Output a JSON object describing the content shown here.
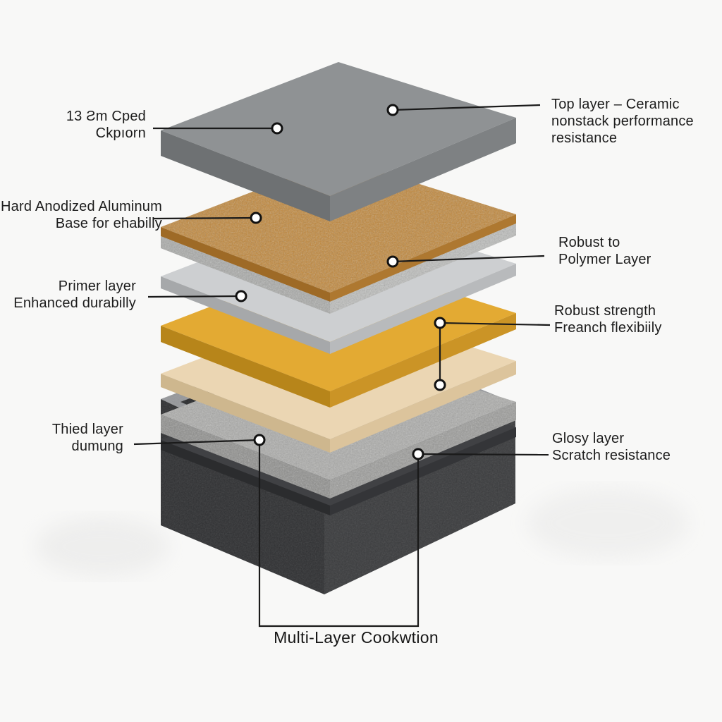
{
  "diagram": {
    "type": "exploded-layer-diagram",
    "subject": "multi-layer cookware construction",
    "title": "Multi-Layer Cookwtion",
    "background": "#f8f8f7",
    "line_color": "#1a1a1a",
    "text_color": "#1c1c1c",
    "left_labels": [
      {
        "lines": [
          "13 Ƨm Cped",
          "Ckpıorn"
        ]
      },
      {
        "lines": [
          "Hard Anodized Aluminum",
          "Base for ehabilly"
        ]
      },
      {
        "lines": [
          "Primer layer",
          "Enhanced durabilly"
        ]
      },
      {
        "lines": [
          "Thied layer",
          "dumung"
        ]
      }
    ],
    "right_labels": [
      {
        "lines": [
          "Top layer – Ceramic",
          "nonstack performance",
          "resistance"
        ]
      },
      {
        "lines": [
          "Robust to",
          "Polymer Layer"
        ]
      },
      {
        "lines": [
          "Robust strength",
          "Freanch flexibiily"
        ]
      },
      {
        "lines": [
          "Glosy layer",
          "Scratch resistance"
        ]
      }
    ],
    "layers": [
      {
        "name": "gray-ceramic-slab",
        "top": "#8F9294",
        "left": "#6E7173",
        "right": "#7E8183"
      },
      {
        "name": "copper-textured-layer",
        "top": "#C1883C",
        "left": "#9E6A26",
        "right": "#AE7830",
        "granite_left": "#A9AAA8",
        "granite_right": "#BCBDBB"
      },
      {
        "name": "silver-polymer-layer",
        "top": "#CDCFD1",
        "left": "#A6A8AA",
        "right": "#B8BABC"
      },
      {
        "name": "gold-primer-layer",
        "top": "#E3AA33",
        "left": "#B7851A",
        "right": "#CB9426"
      },
      {
        "name": "beige-layer",
        "top": "#EBD6B3",
        "left": "#CEB78E",
        "right": "#DCC49C"
      },
      {
        "name": "granite-layer",
        "top": "#ACACAA",
        "left": "#8E8E8C",
        "right": "#9B9B99"
      },
      {
        "name": "thin-dark-layer",
        "top": "#404144",
        "left": "#2B2C2E",
        "right": "#343538"
      },
      {
        "name": "base-block",
        "rim": "#96989B",
        "inner": "#2A2B2D",
        "left": "#303133",
        "right": "#3B3C3E"
      }
    ]
  }
}
